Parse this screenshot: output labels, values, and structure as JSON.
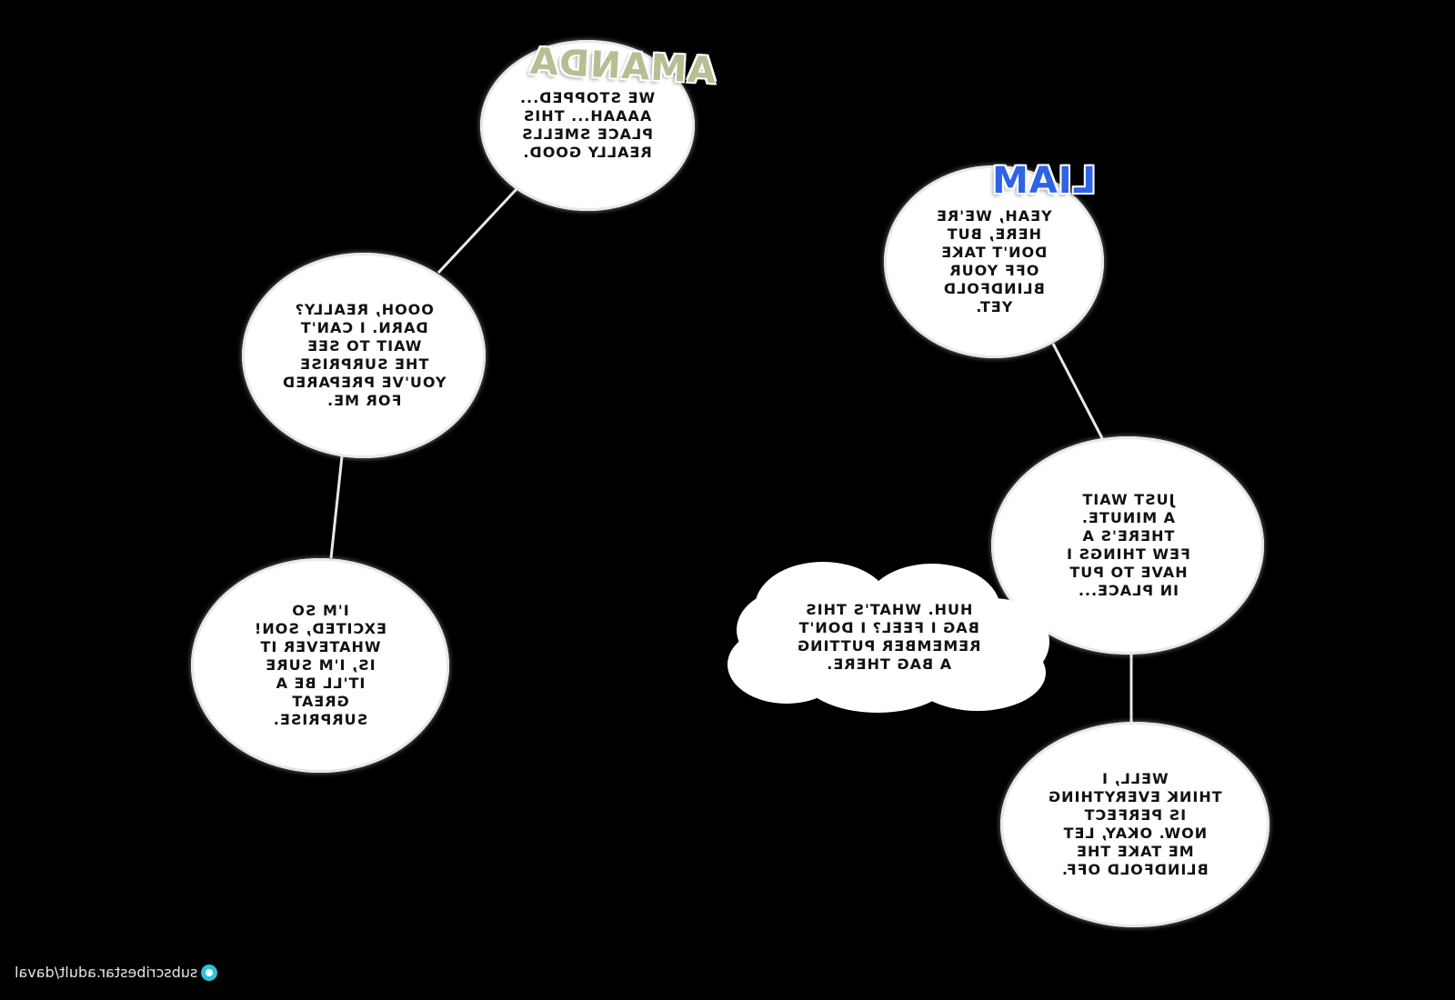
{
  "characters": {
    "amanda": {
      "name": "AMANDA",
      "color": "#b8bd93"
    },
    "liam": {
      "name": "LIAM",
      "color": "#2f63e6"
    }
  },
  "bubbles": {
    "amanda_1": "WE STOPPED...\nAAAAH... THIS\nPLACE SMELLS\nREALLY GOOD.",
    "amanda_2": "OOOH, REALLY?\nDARN. I CAN'T\nWAIT TO SEE\nTHE SURPRISE\nYOU'VE PREPARED\nFOR ME.",
    "amanda_3": "I'M SO\nEXCITED, SON!\nWHATEVER IT\nIS, I'M SURE\nIT'LL BE A\nGREAT\nSURPRISE.",
    "liam_1": "YEAH, WE'RE\nHERE, BUT\nDON'T TAKE\nOFF YOUR\nBLINDFOLD\nYET.",
    "liam_2": "JUST WAIT\nA MINUTE.\nTHERE'S A\nFEW THINGS I\nHAVE TO PUT\nIN PLACE...",
    "amanda_thought": "HUH. WHAT'S THIS\nBAG I FEEL? I DON'T\nREMEMBER PUTTING\nA BAG THERE.",
    "liam_3": "WELL, I\nTHINK EVERYTHING\nIS PERFECT\nNOW. OKAY, LET\nME TAKE THE\nBLINDFOLD OFF."
  },
  "watermark": {
    "text": "subscribestar.adult/daval",
    "icon": "subscribestar-icon"
  }
}
